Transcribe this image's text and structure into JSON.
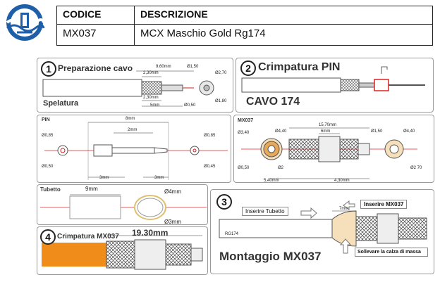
{
  "header": {
    "col1_title": "CODICE",
    "col2_title": "DESCRIZIONE",
    "code": "MX037",
    "description": "MCX Maschio Gold Rg174"
  },
  "panel1": {
    "number": "1",
    "title": "Preparazione cavo",
    "label": "Spelatura",
    "dims": [
      "9,60mm",
      "2,30mm",
      "2,30mm",
      "5mm",
      "Ø1,50",
      "Ø2,70",
      "Ø0,50",
      "Ø1,80"
    ]
  },
  "panel2": {
    "number": "2",
    "title": "Crimpatura PIN",
    "label": "CAVO 174"
  },
  "panel_pin": {
    "title": "PIN",
    "dims": [
      "Ø0,85",
      "Ø0,50",
      "8mm",
      "2mm",
      "3mm",
      "3mm",
      "Ø0,45",
      "Ø0,85"
    ]
  },
  "panel_mx": {
    "title": "MX037",
    "dims": [
      "Ø3,40",
      "Ø4,40",
      "15,70mm",
      "6mm",
      "Ø1,50",
      "Ø4,40",
      "Ø0,50",
      "Ø2",
      "5,40mm",
      "4,30mm",
      "Ø2 70"
    ]
  },
  "panel_tubetto": {
    "title": "Tubetto",
    "dims": [
      "9mm",
      "Ø4mm",
      "Ø3mm"
    ]
  },
  "panel3": {
    "number": "3",
    "insert_tube": "Inserire Tubetto",
    "insert_mx": "Inserire MX037",
    "dim_7mm": "7mm",
    "cable": "RG174",
    "title": "Montaggio MX037",
    "lift": "Sollevare la calza di massa"
  },
  "panel4": {
    "number": "4",
    "title": "Crimpatura MX037",
    "dim": "19.30mm"
  },
  "colors": {
    "orange": "#f08c1a",
    "red": "#e02020",
    "logo_blue": "#1f5fa8"
  }
}
